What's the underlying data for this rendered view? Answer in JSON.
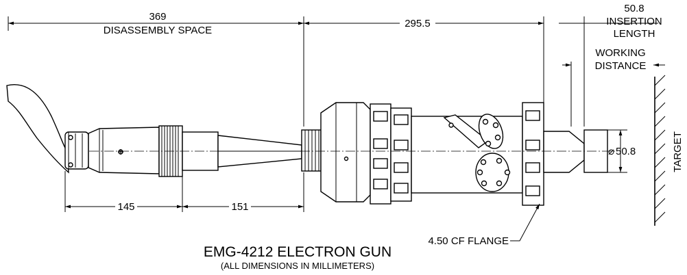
{
  "dimensions": {
    "disassembly_value": "369",
    "disassembly_label": "DISASSEMBLY SPACE",
    "overall_value": "295.5",
    "insertion_value": "50.8",
    "insertion_label_1": "INSERTION",
    "insertion_label_2": "LENGTH",
    "working_label_1": "WORKING",
    "working_label_2": "DISTANCE",
    "segment_a": "145",
    "segment_b": "151",
    "diameter": "50.8",
    "diameter_symbol": "⌀"
  },
  "labels": {
    "target": "TARGET",
    "flange": "4.50 CF FLANGE"
  },
  "title": {
    "main": "EMG-4212 ELECTRON GUN",
    "subtitle": "(ALL DIMENSIONS IN MILLIMETERS)"
  }
}
